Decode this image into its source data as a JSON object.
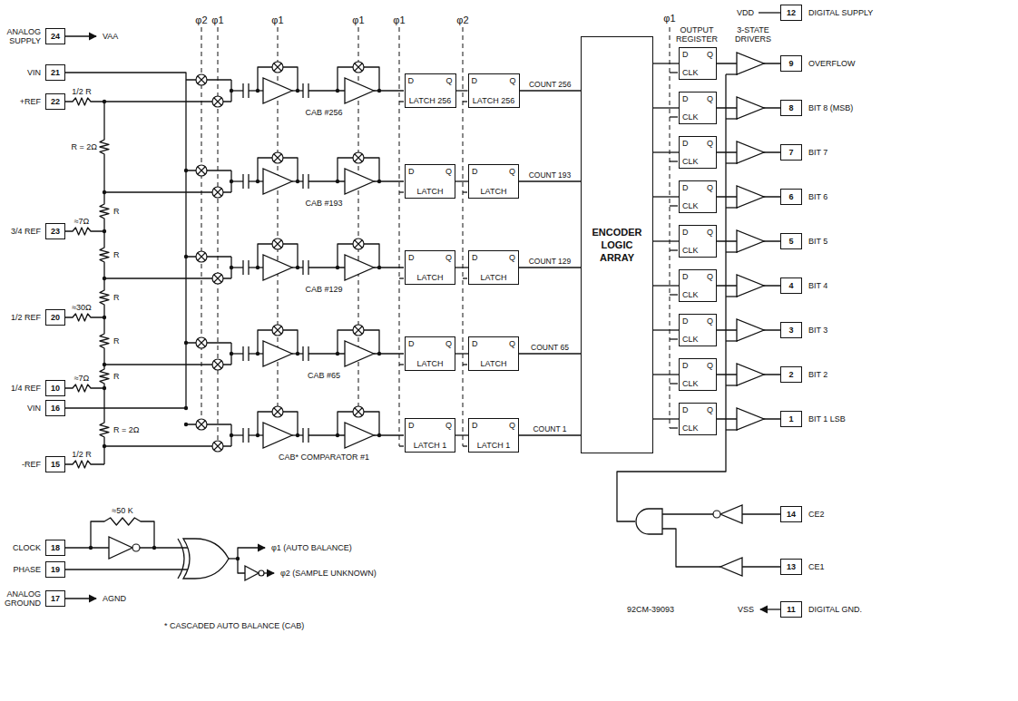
{
  "diagram": {
    "nodes": [
      {
        "text": [
          "24"
        ]
      },
      {
        "text": [
          "21"
        ]
      },
      {
        "text": [
          "22"
        ]
      },
      {
        "text": [
          "23"
        ]
      },
      {
        "text": [
          "20"
        ]
      },
      {
        "text": [
          "10"
        ]
      },
      {
        "text": [
          "16"
        ]
      },
      {
        "text": [
          "15"
        ]
      },
      {
        "text": [
          "18"
        ]
      },
      {
        "text": [
          "19"
        ]
      },
      {
        "text": [
          "17"
        ]
      },
      {
        "text": [
          "D",
          "Q",
          "LATCH 256"
        ]
      },
      {
        "text": [
          "D",
          "Q",
          "LATCH 256"
        ]
      },
      {
        "text": [
          "D",
          "Q",
          "LATCH"
        ]
      },
      {
        "text": [
          "D",
          "Q",
          "LATCH"
        ]
      },
      {
        "text": [
          "D",
          "Q",
          "LATCH"
        ]
      },
      {
        "text": [
          "D",
          "Q",
          "LATCH"
        ]
      },
      {
        "text": [
          "D",
          "Q",
          "LATCH"
        ]
      },
      {
        "text": [
          "D",
          "Q",
          "LATCH"
        ]
      },
      {
        "text": [
          "D",
          "Q",
          "LATCH 1"
        ]
      },
      {
        "text": [
          "D",
          "Q",
          "LATCH 1"
        ]
      },
      {
        "text": [
          "ENCODER LOGIC ARRAY"
        ]
      },
      {
        "text": [
          "D",
          "Q",
          "CLK"
        ]
      },
      {
        "text": [
          "D",
          "Q",
          "CLK"
        ]
      },
      {
        "text": [
          "D",
          "Q",
          "CLK"
        ]
      },
      {
        "text": [
          "D",
          "Q",
          "CLK"
        ]
      },
      {
        "text": [
          "D",
          "Q",
          "CLK"
        ]
      },
      {
        "text": [
          "D",
          "Q",
          "CLK"
        ]
      },
      {
        "text": [
          "D",
          "Q",
          "CLK"
        ]
      },
      {
        "text": [
          "D",
          "Q",
          "CLK"
        ]
      },
      {
        "text": [
          "D",
          "Q",
          "CLK"
        ]
      },
      {
        "text": [
          "12"
        ]
      },
      {
        "text": [
          "9"
        ]
      },
      {
        "text": [
          "8"
        ]
      },
      {
        "text": [
          "7"
        ]
      },
      {
        "text": [
          "6"
        ]
      },
      {
        "text": [
          "5"
        ]
      },
      {
        "text": [
          "4"
        ]
      },
      {
        "text": [
          "3"
        ]
      },
      {
        "text": [
          "2"
        ]
      },
      {
        "text": [
          "1"
        ]
      },
      {
        "text": [
          "14"
        ]
      },
      {
        "text": [
          "13"
        ]
      },
      {
        "text": [
          "11"
        ]
      }
    ],
    "edges": [
      {
        "from": 11,
        "to": 12,
        "arrow": "none"
      },
      {
        "from": 13,
        "to": 14,
        "arrow": "none"
      },
      {
        "from": 15,
        "to": 16,
        "arrow": "none"
      },
      {
        "from": 17,
        "to": 18,
        "arrow": "none"
      },
      {
        "from": 19,
        "to": 20,
        "arrow": "none"
      },
      {
        "from": 12,
        "to": 21,
        "label": "COUNT 256",
        "arrow": "none"
      },
      {
        "from": 14,
        "to": 21,
        "label": "COUNT 193",
        "arrow": "none"
      },
      {
        "from": 16,
        "to": 21,
        "label": "COUNT 129",
        "arrow": "none"
      },
      {
        "from": 18,
        "to": 21,
        "label": "COUNT 65",
        "arrow": "none"
      },
      {
        "from": 20,
        "to": 21,
        "label": "COUNT 1",
        "arrow": "none"
      },
      {
        "from": 21,
        "to": 22,
        "arrow": "none"
      },
      {
        "from": 21,
        "to": 23,
        "arrow": "none"
      },
      {
        "from": 21,
        "to": 24,
        "arrow": "none"
      },
      {
        "from": 21,
        "to": 25,
        "arrow": "none"
      },
      {
        "from": 21,
        "to": 26,
        "arrow": "none"
      },
      {
        "from": 21,
        "to": 27,
        "arrow": "none"
      },
      {
        "from": 21,
        "to": 28,
        "arrow": "none"
      },
      {
        "from": 21,
        "to": 29,
        "arrow": "none"
      },
      {
        "from": 21,
        "to": 30,
        "arrow": "none"
      },
      {
        "from": 22,
        "to": 32,
        "arrow": "none"
      },
      {
        "from": 23,
        "to": 33,
        "arrow": "none"
      },
      {
        "from": 24,
        "to": 34,
        "arrow": "none"
      },
      {
        "from": 25,
        "to": 35,
        "arrow": "none"
      },
      {
        "from": 26,
        "to": 36,
        "arrow": "none"
      },
      {
        "from": 27,
        "to": 37,
        "arrow": "none"
      },
      {
        "from": 28,
        "to": 38,
        "arrow": "none"
      },
      {
        "from": 29,
        "to": 39,
        "arrow": "none"
      },
      {
        "from": 30,
        "to": 40,
        "arrow": "none"
      }
    ],
    "labels": [
      "ANALOG SUPPLY",
      "VAA",
      "VIN",
      "+REF",
      "1/2 R",
      "R = 2Ω",
      "3/4 REF",
      "≈7Ω",
      "1/2 REF",
      "≈30Ω",
      "1/4 REF",
      "≈7Ω",
      "VIN",
      "-REF",
      "1/2 R",
      "R = 2Ω",
      "R",
      "R",
      "R",
      "R",
      "R",
      "φ2",
      "φ1",
      "φ1",
      "φ1",
      "φ1",
      "φ2",
      "φ1",
      "CAB #256",
      "CAB #193",
      "CAB #129",
      "CAB #65",
      "CAB* COMPARATOR #1",
      "VDD",
      "DIGITAL SUPPLY",
      "OUTPUT REGISTER",
      "3-STATE DRIVERS",
      "OVERFLOW",
      "BIT 8 (MSB)",
      "BIT 7",
      "BIT 6",
      "BIT 5",
      "BIT 4",
      "BIT 3",
      "BIT 2",
      "BIT 1 LSB",
      "CLOCK",
      "≈50 K",
      "PHASE",
      "φ1 (AUTO BALANCE)",
      "φ2 (SAMPLE UNKNOWN)",
      "ANALOG GROUND",
      "AGND",
      "* CASCADED AUTO BALANCE (CAB)",
      "CE2",
      "CE1",
      "VSS",
      "DIGITAL GND.",
      "92CM-39093"
    ]
  }
}
